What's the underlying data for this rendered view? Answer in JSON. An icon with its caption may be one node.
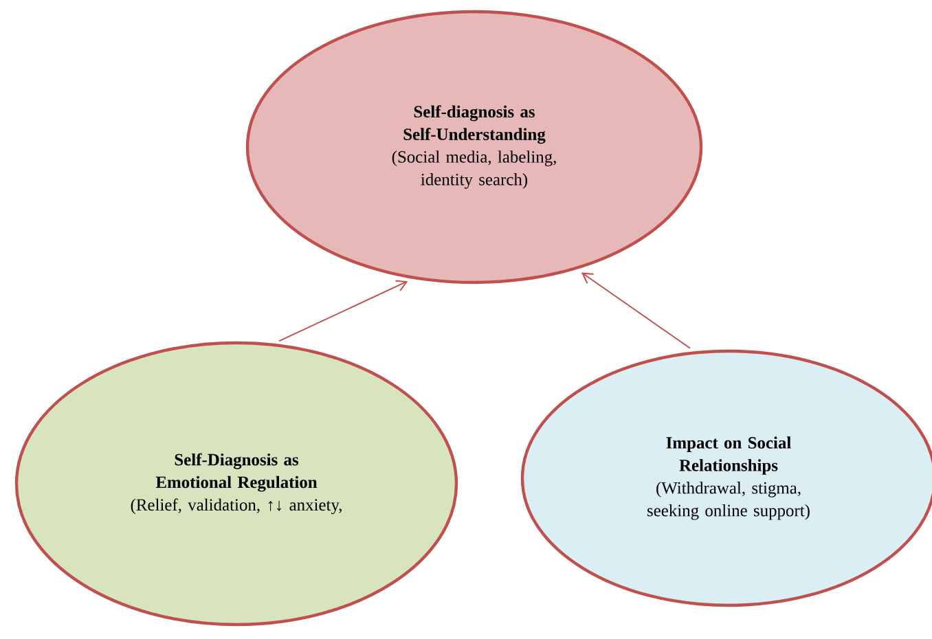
{
  "diagram": {
    "nodes": [
      {
        "text": [
          "Self-diagnosis as Self-Understanding",
          "(Social media, labeling, identity search)"
        ]
      },
      {
        "text": [
          "Self-Diagnosis as Emotional Regulation",
          "(Relief, validation, ↑↓ anxiety,"
        ]
      },
      {
        "text": [
          "Impact on Social Relationships",
          "(Withdrawal, stigma, seeking online support)"
        ]
      }
    ],
    "edges": [
      {
        "from": 1,
        "to": 0,
        "arrow": "to"
      },
      {
        "from": 2,
        "to": 0,
        "arrow": "to"
      }
    ]
  }
}
